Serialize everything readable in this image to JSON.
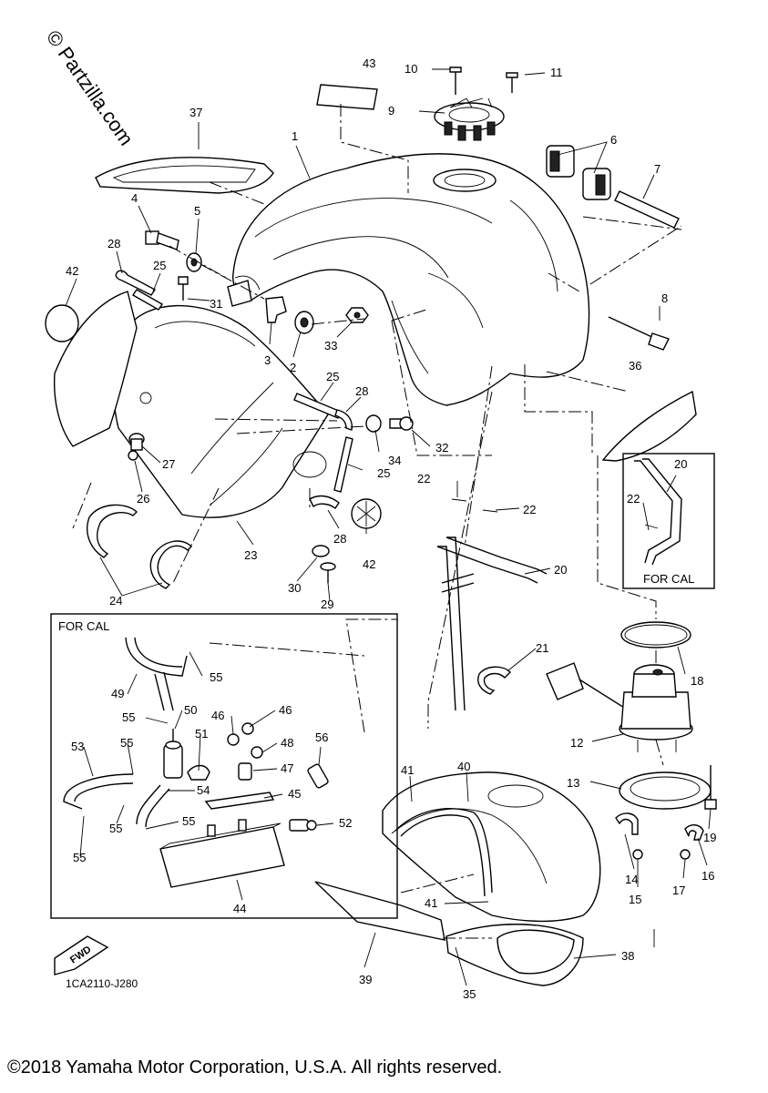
{
  "watermark": "© Partzilla.com",
  "diagram_code": "1CA2110-J280",
  "copyright": "©2018 Yamaha Motor Corporation, U.S.A. All rights reserved.",
  "fwd_label": "FWD",
  "cal_box_left_title": "FOR CAL",
  "cal_box_right_title": "FOR CAL",
  "callouts": {
    "c1": "1",
    "c2": "2",
    "c3": "3",
    "c4": "4",
    "c5": "5",
    "c6": "6",
    "c7": "7",
    "c8": "8",
    "c9": "9",
    "c10": "10",
    "c11": "11",
    "c12": "12",
    "c13": "13",
    "c14": "14",
    "c15": "15",
    "c16": "16",
    "c17": "17",
    "c18": "18",
    "c19": "19",
    "c20a": "20",
    "c20b": "20",
    "c21": "21",
    "c22a": "22",
    "c22b": "22",
    "c22c": "22",
    "c23": "23",
    "c24": "24",
    "c25a": "25",
    "c25b": "25",
    "c25c": "25",
    "c26": "26",
    "c27": "27",
    "c28a": "28",
    "c28b": "28",
    "c28c": "28",
    "c29": "29",
    "c30": "30",
    "c31": "31",
    "c32": "32",
    "c33": "33",
    "c34": "34",
    "c35": "35",
    "c36": "36",
    "c37": "37",
    "c38": "38",
    "c39": "39",
    "c40": "40",
    "c41a": "41",
    "c41b": "41",
    "c42a": "42",
    "c42b": "42",
    "c43": "43",
    "c44": "44",
    "c45": "45",
    "c46a": "46",
    "c46b": "46",
    "c47": "47",
    "c48": "48",
    "c49": "49",
    "c50": "50",
    "c51": "51",
    "c52": "52",
    "c53": "53",
    "c54": "54",
    "c55a": "55",
    "c55b": "55",
    "c55c": "55",
    "c55d": "55",
    "c55e": "55",
    "c55f": "55",
    "c56": "56"
  }
}
